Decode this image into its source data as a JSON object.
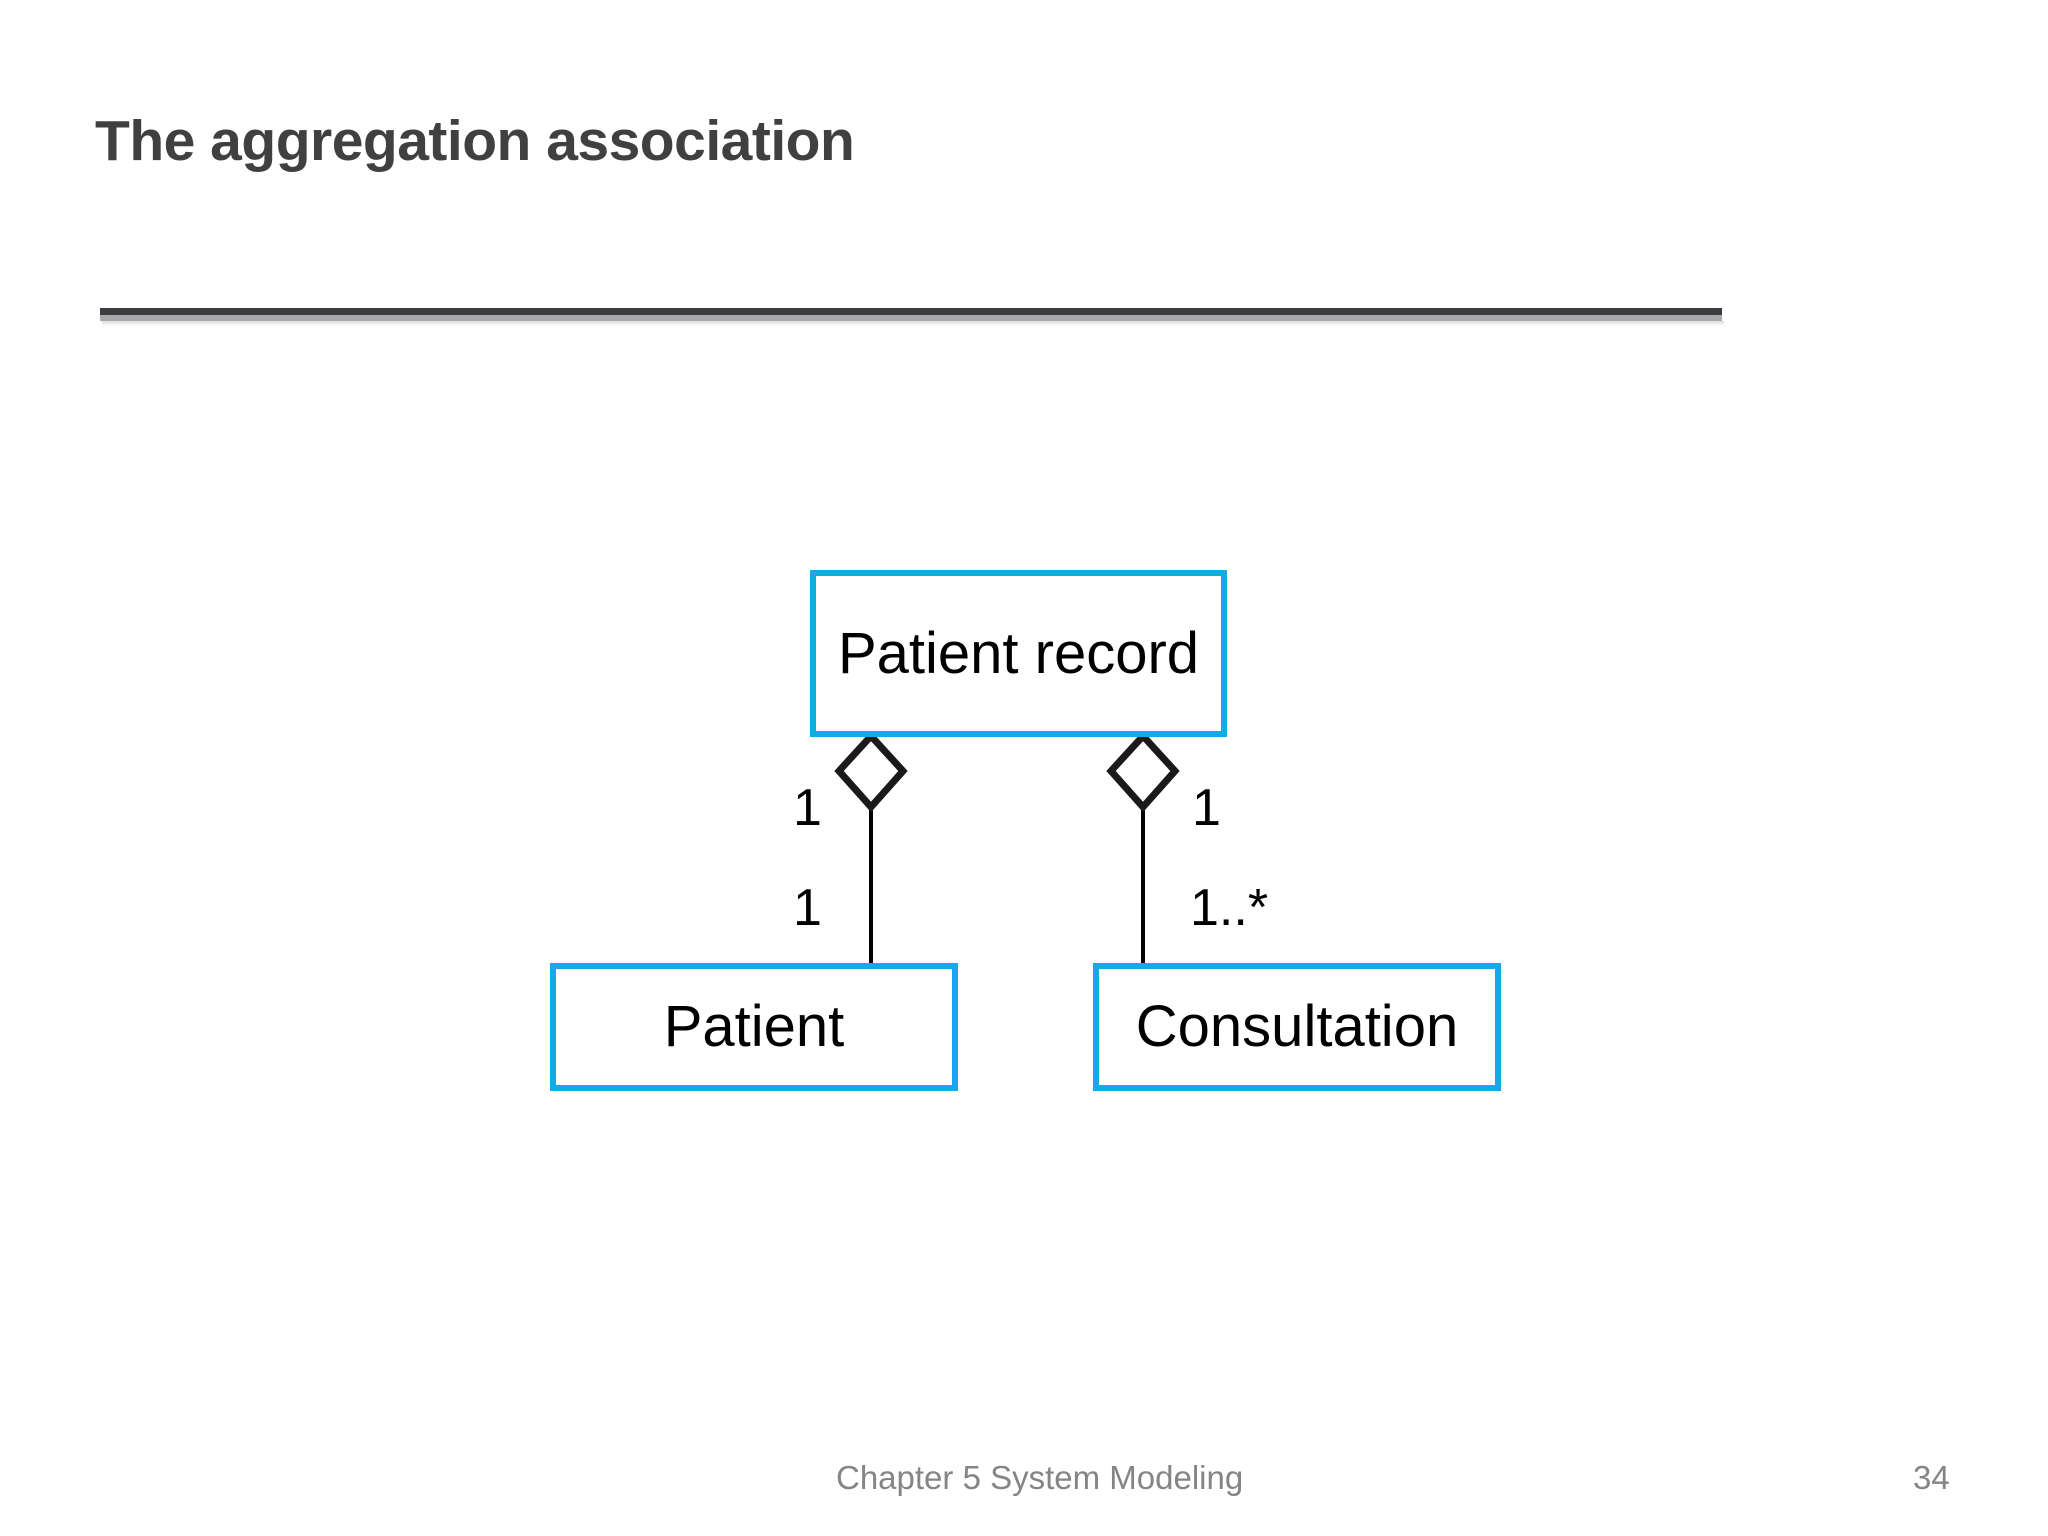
{
  "slide": {
    "title": "The aggregation association",
    "title_color": "#404040",
    "background_color": "#ffffff",
    "accent_color": "#16a9e8",
    "divider_dark_color": "#3d3d3f",
    "divider_light_color": "#a9a9ab"
  },
  "diagram": {
    "type": "uml-class-diagram",
    "relationship": "aggregation",
    "classes": [
      {
        "id": "patient-record",
        "name": "Patient record",
        "role": "whole"
      },
      {
        "id": "patient",
        "name": "Patient",
        "role": "part"
      },
      {
        "id": "consultation",
        "name": "Consultation",
        "role": "part"
      }
    ],
    "associations": [
      {
        "id": "patient-record-patient",
        "from": "patient-record",
        "to": "patient",
        "kind": "aggregation",
        "diamond": "hollow",
        "diamond_end": "patient-record",
        "source_multiplicity": "1",
        "target_multiplicity": "1"
      },
      {
        "id": "patient-record-consultation",
        "from": "patient-record",
        "to": "consultation",
        "kind": "aggregation",
        "diamond": "hollow",
        "diamond_end": "patient-record",
        "source_multiplicity": "1",
        "target_multiplicity": "1..*"
      }
    ]
  },
  "footer": {
    "text": "Chapter 5 System Modeling",
    "page_number": "34",
    "color": "#858585"
  }
}
